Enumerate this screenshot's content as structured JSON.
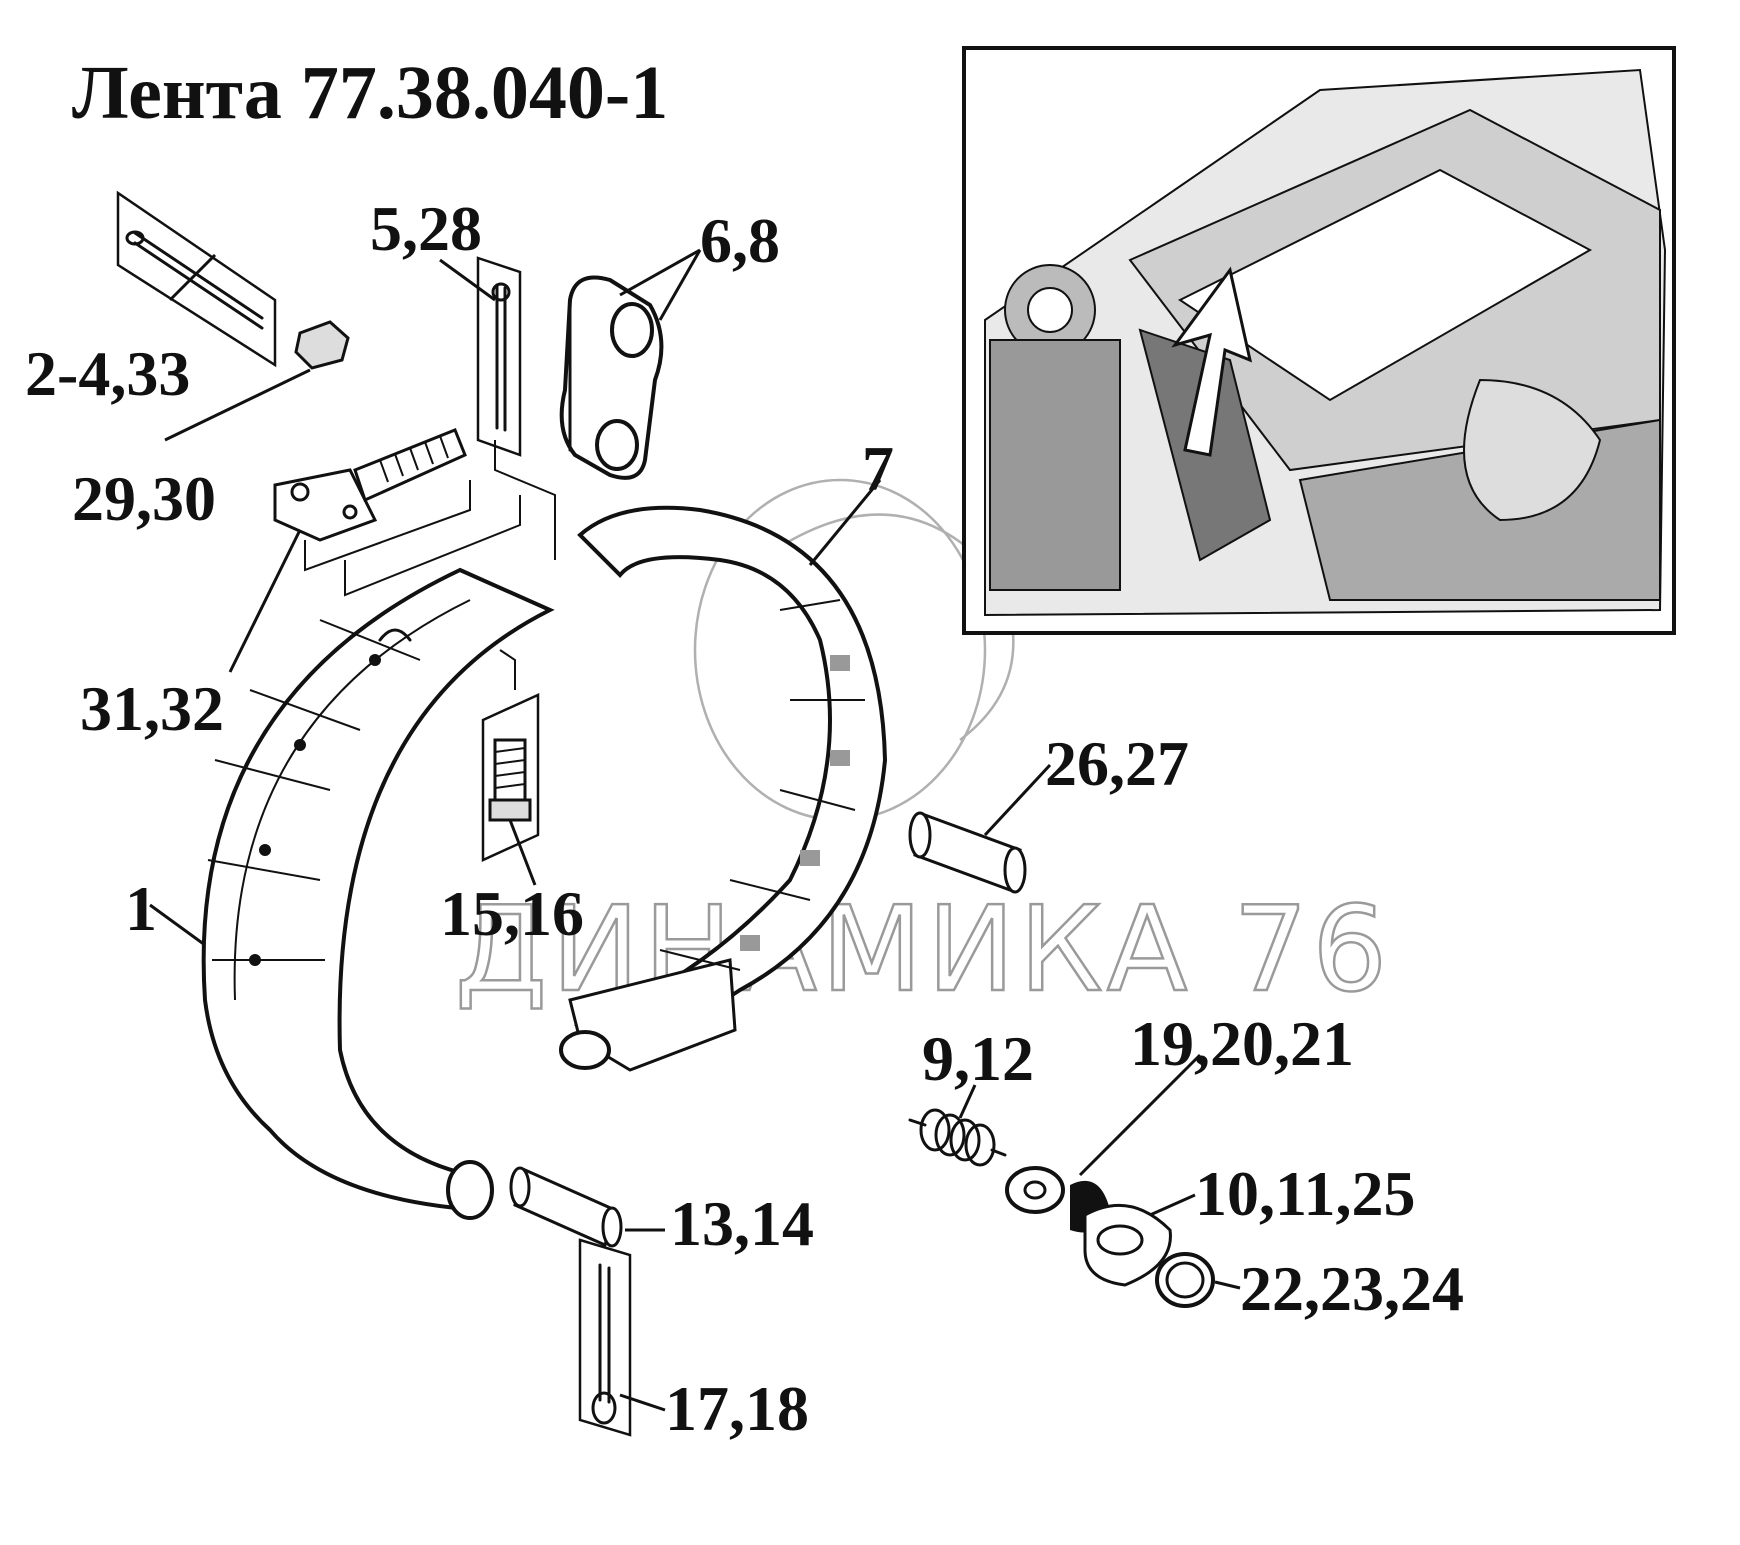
{
  "title": "Лента 77.38.040-1",
  "watermark": "ДИНАМИКА 76",
  "callouts": [
    {
      "id": "c1",
      "text": "1"
    },
    {
      "id": "c2",
      "text": "2-4,33"
    },
    {
      "id": "c3",
      "text": "29,30"
    },
    {
      "id": "c4",
      "text": "31,32"
    },
    {
      "id": "c5",
      "text": "5,28"
    },
    {
      "id": "c6",
      "text": "6,8"
    },
    {
      "id": "c7",
      "text": "7"
    },
    {
      "id": "c8",
      "text": "15,16"
    },
    {
      "id": "c9",
      "text": "26,27"
    },
    {
      "id": "c10",
      "text": "9,12"
    },
    {
      "id": "c11",
      "text": "19,20,21"
    },
    {
      "id": "c12",
      "text": "10,11,25"
    },
    {
      "id": "c13",
      "text": "22,23,24"
    },
    {
      "id": "c14",
      "text": "13,14"
    },
    {
      "id": "c15",
      "text": "17,18"
    }
  ],
  "inset": {
    "description_icon": "gearbox-location-inset"
  },
  "colors": {
    "ink": "#111111",
    "watermark": "#9a9a9a",
    "background": "#ffffff"
  }
}
